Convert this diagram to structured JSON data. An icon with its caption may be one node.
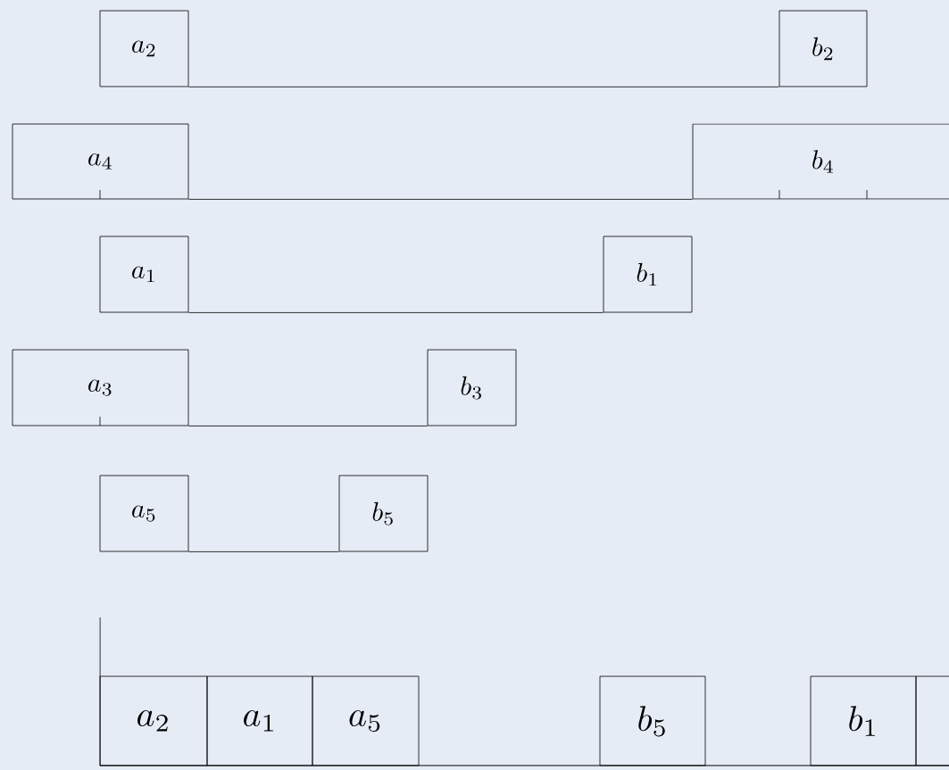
{
  "diagram": {
    "nodes": [
      {
        "text": [
          "a_2"
        ]
      },
      {
        "text": [
          "b_2"
        ]
      },
      {
        "text": [
          "a_4"
        ]
      },
      {
        "text": [
          "b_4"
        ]
      },
      {
        "text": [
          "a_1"
        ]
      },
      {
        "text": [
          "b_1"
        ]
      },
      {
        "text": [
          "a_3"
        ]
      },
      {
        "text": [
          "b_3"
        ]
      },
      {
        "text": [
          "a_5"
        ]
      },
      {
        "text": [
          "b_5"
        ]
      },
      {
        "text": [
          "a_2"
        ]
      },
      {
        "text": [
          "a_1"
        ]
      },
      {
        "text": [
          "a_5"
        ]
      },
      {
        "text": [
          "b_5"
        ]
      },
      {
        "text": [
          "b_1"
        ]
      },
      {
        "text": [],
        "shape": "box"
      }
    ],
    "edges": [
      {
        "from": 0,
        "to": 1,
        "arrow": "none"
      },
      {
        "from": 2,
        "to": 3,
        "arrow": "none"
      },
      {
        "from": 4,
        "to": 5,
        "arrow": "none"
      },
      {
        "from": 6,
        "to": 7,
        "arrow": "none"
      },
      {
        "from": 8,
        "to": 9,
        "arrow": "none"
      }
    ]
  }
}
